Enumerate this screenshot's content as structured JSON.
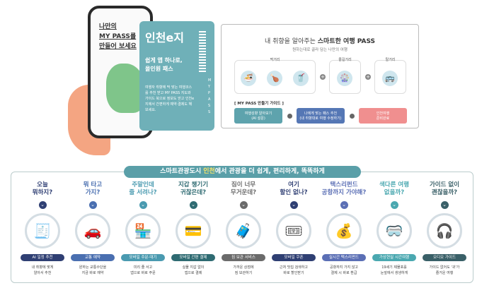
{
  "phone": {
    "line1": "나만의",
    "line2": "MY PASS를",
    "line3": "만들어 보세요"
  },
  "ticket": {
    "logo": "인천e지",
    "subtitle1": "쉽게 앱 하나로,",
    "subtitle2": "올인원 패스",
    "body": "여행자 취향에 딱 맞는 여행코스를 추천 받고 MY PASS 지도와 가이드 북으로 정보도 얻고 인천e지에서 간편하게 예약·결제도 해보세요.",
    "side": "MYPASS"
  },
  "pass": {
    "title_a": "내 취향을 알아주는 ",
    "title_b": "스마트한 여행 PASS",
    "subtitle": "원하는대로 골라 담는 나만의 여행",
    "categories": [
      {
        "label": "먹거리"
      },
      {
        "label": "즐길거리"
      },
      {
        "label": "탈거리"
      }
    ],
    "guide_title": "[ MY PASS 만들기 가이드 ]",
    "steps": [
      {
        "l1": "여행성향 알아보기",
        "l2": "(AI 설문)",
        "color": "#5ea3ad"
      },
      {
        "l1": "나에게 맞는 패스 추천",
        "l2": "(내 취향대로 여행 수정하기)",
        "color": "#5577b5"
      },
      {
        "l1": "인천여행",
        "l2": "준비완료",
        "color": "#f08f8f"
      }
    ]
  },
  "banner": {
    "a": "스마트관광도시 ",
    "b": "인천",
    "c": "에서 관광을 더 쉽게, 편리하게, 똑똑하게"
  },
  "services": [
    {
      "q1": "오늘",
      "q2": "뭐하지?",
      "tag": "AI 일정 추천",
      "d1": "내 취향에 맞게",
      "d2": "알아서 추천",
      "color": "#2f3f73",
      "icon": "🧾"
    },
    {
      "q1": "뭐 타고",
      "q2": "가지?",
      "tag": "교통 예약",
      "d1": "원하는 교통수단을",
      "d2": "지금 바로 예약",
      "color": "#4a6fb0",
      "icon": "🚗"
    },
    {
      "q1": "주말인데",
      "q2": "줄 서려나?",
      "tag": "모바일 주문·대기",
      "d1": "미리 줄 서고",
      "d2": "앱으로 바로 주문",
      "color": "#4a9ab0",
      "icon": "🏪"
    },
    {
      "q1": "지갑 챙기기",
      "q2": "귀찮은데?",
      "tag": "모바일 간편 결제",
      "d1": "실물 지갑 없이",
      "d2": "앱으로 결제",
      "color": "#2f6b72",
      "icon": "💳"
    },
    {
      "q1": "짐이 너무",
      "q2": "무거운데?",
      "tag": "짐 보관 서비스",
      "d1": "가까운 상점에",
      "d2": "짐 보관하기",
      "color": "#6b6b6b",
      "icon": "🧳"
    },
    {
      "q1": "여기",
      "q2": "할인 없나?",
      "tag": "모바일 쿠폰",
      "d1": "근처 맛집 검색하고",
      "d2": "바로 할인받기",
      "color": "#2f3f73",
      "icon": "🎟"
    },
    {
      "q1": "택스리펀드",
      "q2": "공항까지 가야해?",
      "tag": "실시간 택스리펀드",
      "d1": "공항까지 가지 않고",
      "d2": "결제 시 바로 환급",
      "color": "#5b6fb5",
      "icon": "💰"
    },
    {
      "q1": "색다른 여행",
      "q2": "없을까?",
      "tag": "가상현실 시간여행",
      "d1": "19세기 제물포를",
      "d2": "눈앞에서 생생하게",
      "color": "#4aa8b0",
      "icon": "🥽"
    },
    {
      "q1": "가이드 없이",
      "q2": "괜찮을까?",
      "tag": "오디오 가이드",
      "d1": "가이드 없어도 '귀'가",
      "d2": "즐거운 여행",
      "color": "#3a6068",
      "icon": "🎧"
    }
  ]
}
